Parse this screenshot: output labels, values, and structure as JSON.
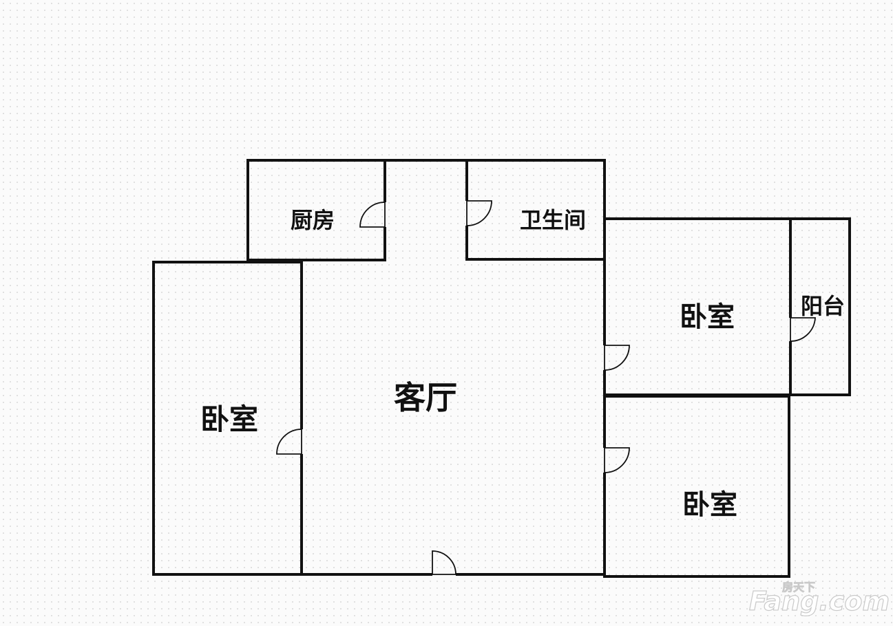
{
  "rooms": {
    "kitchen": "厨房",
    "bathroom": "卫生间",
    "living_room": "客厅",
    "bedroom_left": "卧室",
    "bedroom_right_upper": "卧室",
    "bedroom_right_lower": "卧室",
    "balcony": "阳台"
  },
  "watermark": {
    "brand": "Fang.com",
    "cn": "房天下"
  }
}
